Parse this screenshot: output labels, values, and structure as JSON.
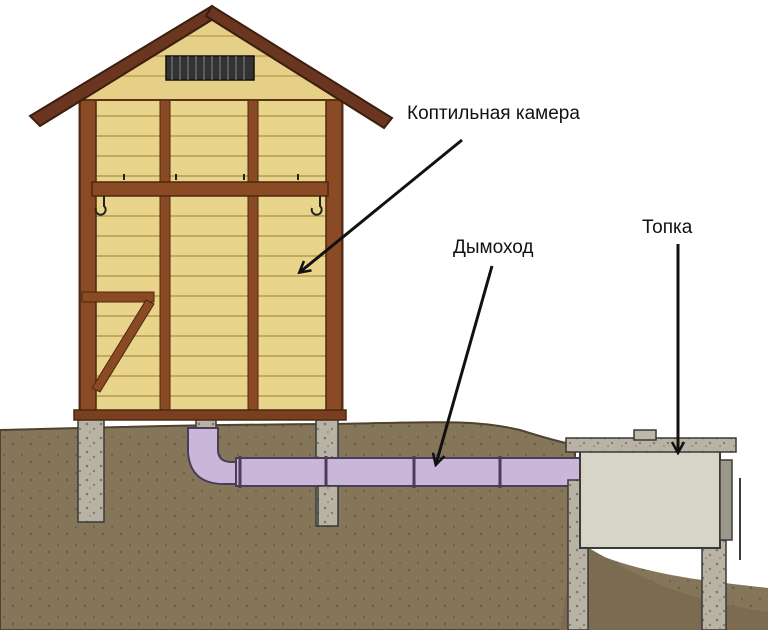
{
  "labels": {
    "smoking_chamber": "Коптильная камера",
    "chimney": "Дымоход",
    "firebox": "Топка"
  },
  "colors": {
    "wood_light": "#e8d48a",
    "wood_dark": "#7a3f1f",
    "roof": "#6b3620",
    "soil": "#8a7a5e",
    "soil_dark": "#5a4c36",
    "concrete": "#b9b3a6",
    "pipe": "#c9b6d8",
    "firebox_box": "#d7d5c8",
    "arrow": "#111111"
  }
}
